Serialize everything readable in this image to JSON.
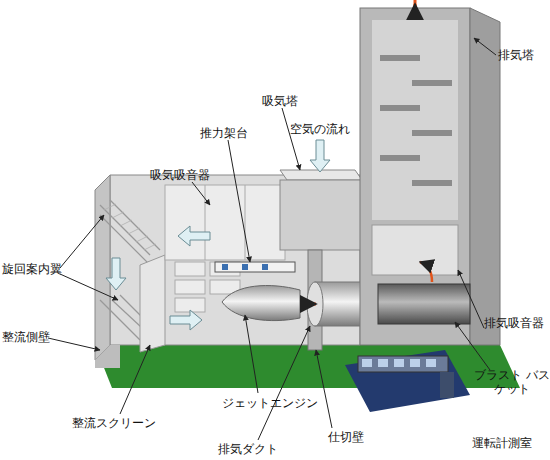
{
  "diagram": {
    "labels": [
      "排気塔",
      "吸気塔",
      "空気の流れ",
      "推力架台",
      "吸気吸音器",
      "旋回案内翼",
      "整流側壁",
      "ジェットエンジン",
      "整流スクリーン",
      "排気ダクト",
      "仕切壁",
      "排気吸音器",
      "ブラスト バスケット",
      "運転計測室"
    ]
  }
}
